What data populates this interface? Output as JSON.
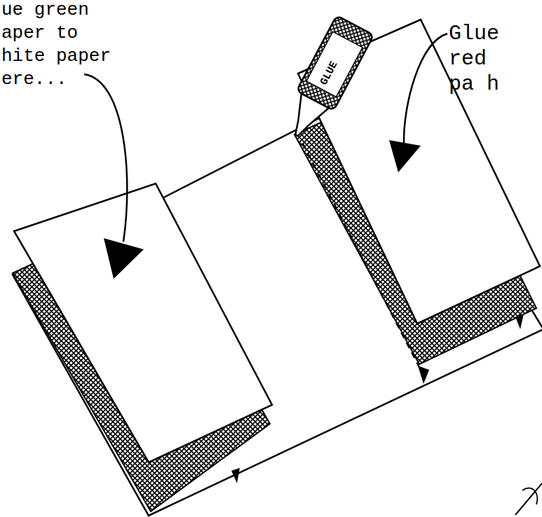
{
  "diagram": {
    "labels": [
      "ue green aper to hite paper ere...",
      "Glue red pa h",
      "GLUE"
    ]
  }
}
